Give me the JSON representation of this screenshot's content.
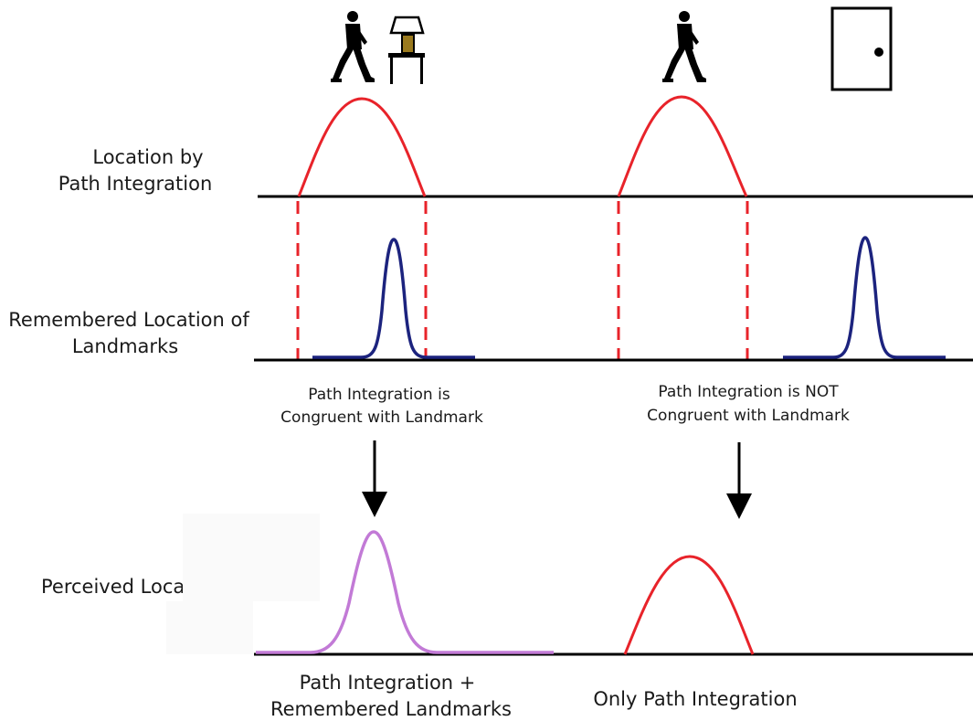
{
  "labels": {
    "path_integration_line1": "Location by",
    "path_integration_line2": "Path Integration",
    "landmarks_line1": "Remembered Location of",
    "landmarks_line2": "Landmarks",
    "perceived": "Perceived Location =",
    "congruent_line1": "Path Integration is",
    "congruent_line2": "Congruent with Landmark",
    "not_congruent_line1": "Path Integration is NOT",
    "not_congruent_line2": "Congruent with Landmark",
    "result_left_line1": "Path Integration +",
    "result_left_line2": "Remembered Landmarks",
    "result_right": "Only Path Integration"
  },
  "icons": {
    "walker": "walking-person-icon",
    "lamp": "lamp-on-table-icon",
    "door": "door-icon"
  },
  "colors": {
    "path_integration": "#e8232a",
    "landmark": "#1c237e",
    "combined": "#c27ad6",
    "lamp_shade": "#9a7a1e"
  }
}
